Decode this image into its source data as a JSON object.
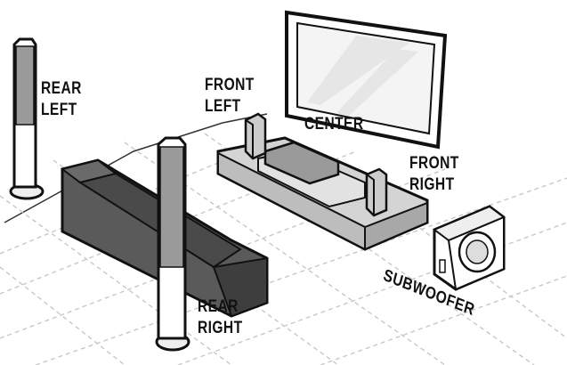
{
  "labels": {
    "rear_left": {
      "line1": "REAR",
      "line2": "LEFT"
    },
    "front_left": {
      "line1": "FRONT",
      "line2": "LEFT"
    },
    "center": {
      "line1": "CENTER"
    },
    "front_right": {
      "line1": "FRONT",
      "line2": "RIGHT"
    },
    "rear_right": {
      "line1": "REAR",
      "line2": "RIGHT"
    },
    "subwoofer": {
      "line1": "SUBWOOFER"
    }
  },
  "colors": {
    "outline": "#111111",
    "sofa": "#5a5a5a",
    "sofa_dark": "#3e3e3e",
    "speaker_gray": "#9a9a9a",
    "console": "#d4d4d4",
    "grid": "#c8c8c8"
  }
}
